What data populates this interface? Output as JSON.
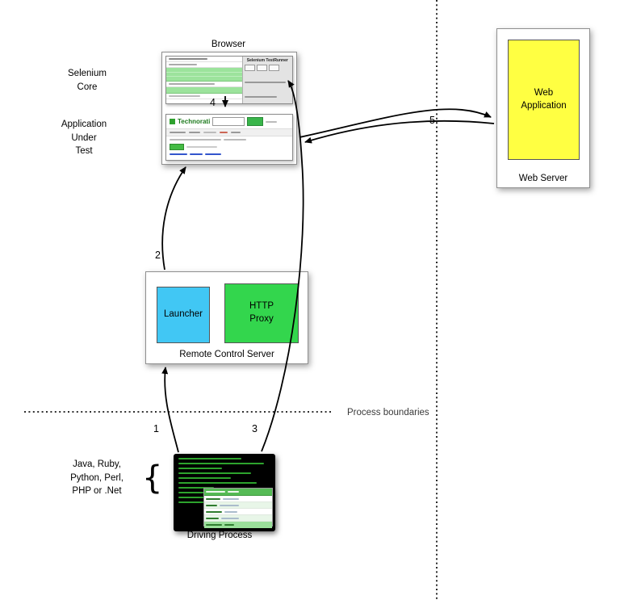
{
  "diagram": {
    "browser_label": "Browser",
    "selenium_core_label": "Selenium\nCore",
    "aut_label": "Application\nUnder\nTest",
    "web_server": {
      "title": "Web Server",
      "app_label": "Web\nApplication"
    },
    "rc_server": {
      "title": "Remote Control Server",
      "launcher": "Launcher",
      "proxy": "HTTP\nProxy"
    },
    "driving": {
      "languages": "Java, Ruby,\nPython, Perl,\nPHP or .Net",
      "brace": "{",
      "title": "Driving Process"
    },
    "boundary_label": "Process boundaries",
    "steps": {
      "1": "1",
      "2": "2",
      "3": "3",
      "4": "4",
      "5": "5"
    },
    "screens": {
      "testrunner_title": "Selenium TestRunner",
      "technorati": "Technorati"
    },
    "colors": {
      "web_app": "#FFFF42",
      "launcher": "#41C7F4",
      "proxy": "#33D64D",
      "terminal_bg": "#000000",
      "terminal_text": "#35C035"
    }
  }
}
